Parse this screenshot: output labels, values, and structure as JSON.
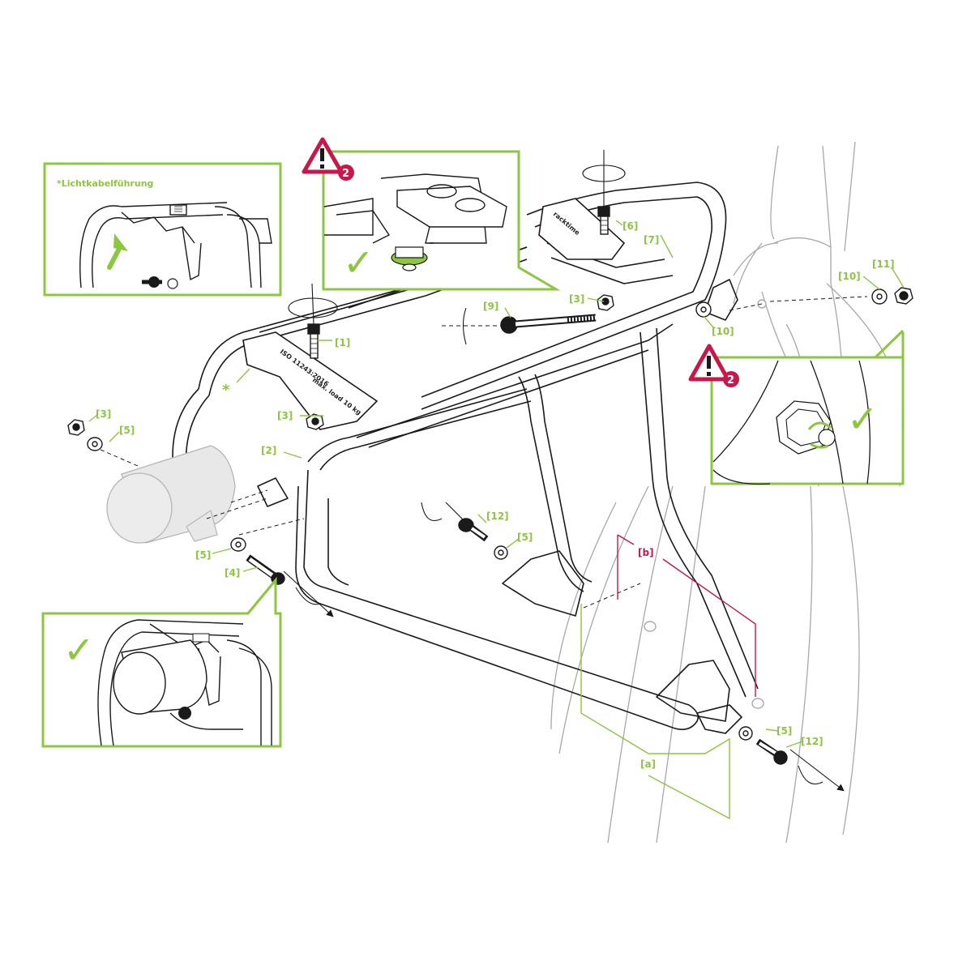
{
  "inset_top_left": {
    "note": "*Lichtkabelführung"
  },
  "warning_badges": [
    "2",
    "2"
  ],
  "checkmarks": [
    "✓",
    "✓",
    "✓"
  ],
  "asterisk": "*",
  "decals": {
    "front_a": "ISO 11243:2016",
    "front_b": "max. load 10 kg",
    "rear": "racktime"
  },
  "labels": [
    {
      "id": "l1",
      "text": "[1]"
    },
    {
      "id": "l2",
      "text": "[2]"
    },
    {
      "id": "l3a",
      "text": "[3]"
    },
    {
      "id": "l3b",
      "text": "[3]"
    },
    {
      "id": "l3c",
      "text": "[3]"
    },
    {
      "id": "l4",
      "text": "[4]"
    },
    {
      "id": "l5a",
      "text": "[5]"
    },
    {
      "id": "l5b",
      "text": "[5]"
    },
    {
      "id": "l5c",
      "text": "[5]"
    },
    {
      "id": "l5d",
      "text": "[5]"
    },
    {
      "id": "l6",
      "text": "[6]"
    },
    {
      "id": "l7",
      "text": "[7]"
    },
    {
      "id": "l9",
      "text": "[9]"
    },
    {
      "id": "l10a",
      "text": "[10]"
    },
    {
      "id": "l10b",
      "text": "[10]"
    },
    {
      "id": "l11",
      "text": "[11]"
    },
    {
      "id": "l12a",
      "text": "[12]"
    },
    {
      "id": "l12b",
      "text": "[12]"
    },
    {
      "id": "la",
      "text": "[a]"
    },
    {
      "id": "lb",
      "text": "[b]"
    }
  ],
  "colors": {
    "accent_green": "#8dc63f",
    "warning_red": "#c8174a",
    "line": "#1a1a1a",
    "faint_line": "#a8a8a8"
  }
}
